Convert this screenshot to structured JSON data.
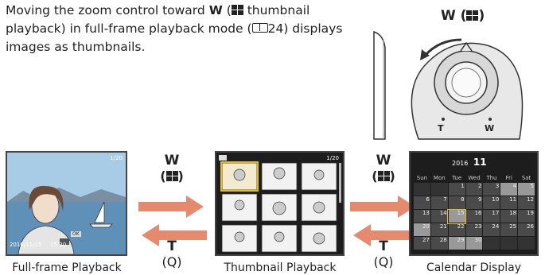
{
  "intro": {
    "part1": "Moving the zoom control toward ",
    "w": "W",
    "part2": " thumbnail playback) in full-frame playback mode (",
    "page": "24",
    "part3": ") displays images as thumbnails.",
    "paren_open": " ("
  },
  "camera": {
    "label_w": "W",
    "dial_t": "T",
    "dial_w": "W"
  },
  "symbols": {
    "w": "W",
    "t": "T",
    "paren_open": "(",
    "paren_close": ")",
    "magnify": "Q"
  },
  "screens": {
    "full": {
      "counter": "1/20",
      "date": "2016/11/15",
      "time": "15:30",
      "ok": "OK"
    },
    "thumb": {
      "counter": "1/20"
    },
    "calendar": {
      "year": "2016",
      "month": "11",
      "weekdays": [
        "Sun",
        "Mon",
        "Tue",
        "Wed",
        "Thu",
        "Fri",
        "Sat"
      ],
      "weeks": [
        [
          "",
          "",
          "1",
          "2",
          "3",
          "4",
          "5"
        ],
        [
          "6",
          "7",
          "8",
          "9",
          "10",
          "11",
          "12"
        ],
        [
          "13",
          "14",
          "15",
          "16",
          "17",
          "18",
          "19"
        ],
        [
          "20",
          "21",
          "22",
          "23",
          "24",
          "25",
          "26"
        ],
        [
          "27",
          "28",
          "29",
          "30",
          "",
          "",
          ""
        ]
      ]
    }
  },
  "captions": {
    "full": "Full-frame Playback",
    "thumb": "Thumbnail Playback",
    "calendar": "Calendar Display"
  },
  "colors": {
    "arrow": "#e58a6c",
    "screen_bg": "#1d1d1d"
  }
}
